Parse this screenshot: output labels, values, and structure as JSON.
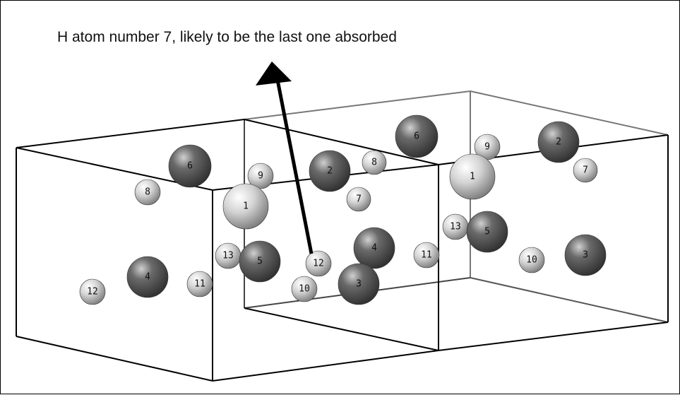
{
  "annotation": {
    "text": "H atom number 7, likely to be the last one absorbed"
  },
  "colors": {
    "light_atom": "#d8d8d8",
    "dark_atom": "#5a5a5a",
    "cell_edge_front": "#000000",
    "cell_edge_back": "#777777",
    "arrow": "#000000"
  },
  "atoms": [
    {
      "label": "6",
      "kind": "dark"
    },
    {
      "label": "8",
      "kind": "light"
    },
    {
      "label": "9",
      "kind": "light"
    },
    {
      "label": "1",
      "kind": "light"
    },
    {
      "label": "2",
      "kind": "dark"
    },
    {
      "label": "8",
      "kind": "light"
    },
    {
      "label": "7",
      "kind": "light"
    },
    {
      "label": "6",
      "kind": "dark"
    },
    {
      "label": "9",
      "kind": "light"
    },
    {
      "label": "2",
      "kind": "dark"
    },
    {
      "label": "1",
      "kind": "light"
    },
    {
      "label": "7",
      "kind": "light"
    },
    {
      "label": "13",
      "kind": "light"
    },
    {
      "label": "5",
      "kind": "dark"
    },
    {
      "label": "12",
      "kind": "light"
    },
    {
      "label": "4",
      "kind": "dark"
    },
    {
      "label": "11",
      "kind": "light"
    },
    {
      "label": "13",
      "kind": "light"
    },
    {
      "label": "5",
      "kind": "dark"
    },
    {
      "label": "4",
      "kind": "dark"
    },
    {
      "label": "11",
      "kind": "light"
    },
    {
      "label": "12",
      "kind": "light"
    },
    {
      "label": "10",
      "kind": "light"
    },
    {
      "label": "3",
      "kind": "dark"
    },
    {
      "label": "10",
      "kind": "light"
    },
    {
      "label": "3",
      "kind": "dark"
    }
  ]
}
